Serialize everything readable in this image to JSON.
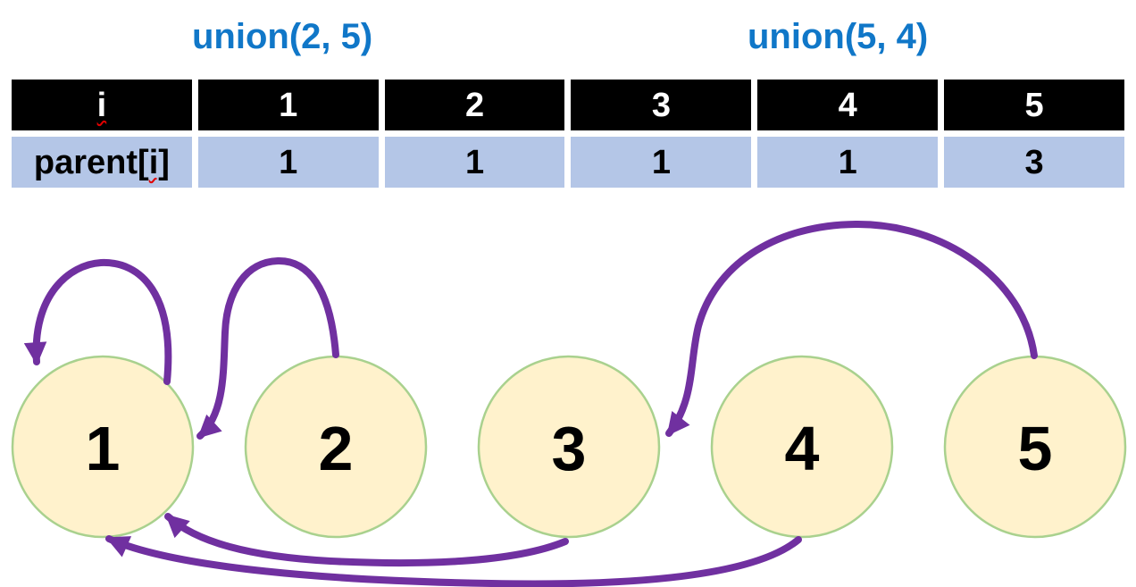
{
  "titles": {
    "left": "union(2, 5)",
    "right": "union(5, 4)"
  },
  "table": {
    "header": {
      "label": "i",
      "cells": [
        "1",
        "2",
        "3",
        "4",
        "5"
      ]
    },
    "parent_row": {
      "label_prefix": "parent[",
      "label_flagged": "i]",
      "cells": [
        "1",
        "1",
        "1",
        "1",
        "3"
      ]
    }
  },
  "diagram": {
    "nodes": [
      {
        "label": "1",
        "parent": "1"
      },
      {
        "label": "2",
        "parent": "1"
      },
      {
        "label": "3",
        "parent": "1"
      },
      {
        "label": "4",
        "parent": "1"
      },
      {
        "label": "5",
        "parent": "3"
      }
    ],
    "edges": [
      {
        "from": "1",
        "to": "1"
      },
      {
        "from": "2",
        "to": "1"
      },
      {
        "from": "5",
        "to": "3"
      },
      {
        "from": "3",
        "to": "1"
      },
      {
        "from": "4",
        "to": "1"
      }
    ]
  },
  "colors": {
    "title_blue": "#1077C8",
    "header_bg": "#000000",
    "header_text": "#FFFFFF",
    "row_bg": "#B4C6E7",
    "row_text": "#000000",
    "node_fill": "#FFF2CC",
    "node_stroke": "#A9D18E",
    "arrow": "#7030A0",
    "squiggle_red": "#E00000"
  }
}
